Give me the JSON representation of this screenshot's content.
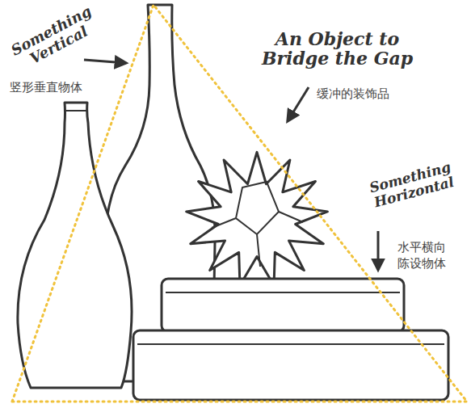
{
  "diagram": {
    "labels": [
      "Something Vertical",
      "竖形垂直物体",
      "An Object to Bridge the Gap",
      "缓冲的装饰品",
      "Something Horizontal",
      "水平横向陈设物体"
    ]
  }
}
